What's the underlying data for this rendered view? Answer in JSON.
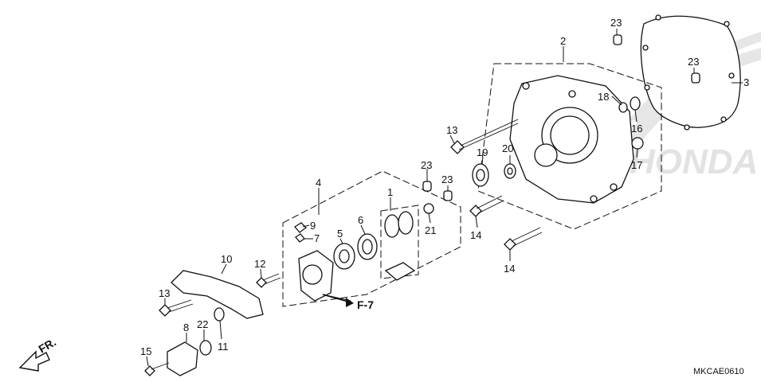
{
  "diagram": {
    "image_code": "MKCAE0610",
    "front_marker": "FR.",
    "ref_marker": "F-7",
    "watermark": "HONDA",
    "callouts": [
      {
        "id": "c1",
        "text": "1"
      },
      {
        "id": "c2",
        "text": "2"
      },
      {
        "id": "c3",
        "text": "3"
      },
      {
        "id": "c4",
        "text": "4"
      },
      {
        "id": "c5",
        "text": "5"
      },
      {
        "id": "c6",
        "text": "6"
      },
      {
        "id": "c7",
        "text": "7"
      },
      {
        "id": "c8",
        "text": "8"
      },
      {
        "id": "c9",
        "text": "9"
      },
      {
        "id": "c10",
        "text": "10"
      },
      {
        "id": "c11",
        "text": "11"
      },
      {
        "id": "c12",
        "text": "12"
      },
      {
        "id": "c13a",
        "text": "13"
      },
      {
        "id": "c13b",
        "text": "13"
      },
      {
        "id": "c14a",
        "text": "14"
      },
      {
        "id": "c14b",
        "text": "14"
      },
      {
        "id": "c15",
        "text": "15"
      },
      {
        "id": "c16",
        "text": "16"
      },
      {
        "id": "c17",
        "text": "17"
      },
      {
        "id": "c18",
        "text": "18"
      },
      {
        "id": "c19",
        "text": "19"
      },
      {
        "id": "c20",
        "text": "20"
      },
      {
        "id": "c21",
        "text": "21"
      },
      {
        "id": "c22",
        "text": "22"
      },
      {
        "id": "c23a",
        "text": "23"
      },
      {
        "id": "c23b",
        "text": "23"
      },
      {
        "id": "c23c",
        "text": "23"
      },
      {
        "id": "c23d",
        "text": "23"
      }
    ]
  }
}
